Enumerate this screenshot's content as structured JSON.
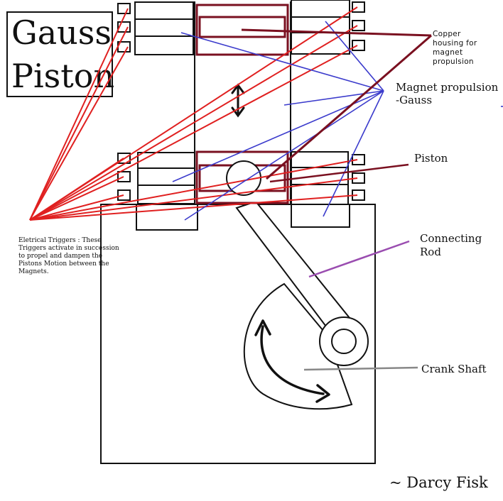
{
  "title": {
    "line1": "Gauss",
    "line2": "Piston"
  },
  "labels": {
    "copper": [
      "Copper",
      "housing for",
      "magnet",
      "propulsion"
    ],
    "magnet": [
      "Magnet propulsion",
      "-Gauss"
    ],
    "piston": "Piston",
    "rod": [
      "Connecting",
      "Rod"
    ],
    "crank": "Crank Shaft",
    "triggers": [
      "Eletrical Triggers : These",
      "Triggers activate in succession",
      "to propel and dampen the",
      "Pistons Motion between the",
      "Magnets."
    ],
    "author": "~ Darcy Fisk"
  },
  "colors": {
    "ink": "#111111",
    "trigger_lines": "#e02020",
    "magnet_lines": "#3b3bcc",
    "copper": "#7a1020",
    "rod_line": "#9a4db0",
    "crank_line": "#888888"
  }
}
